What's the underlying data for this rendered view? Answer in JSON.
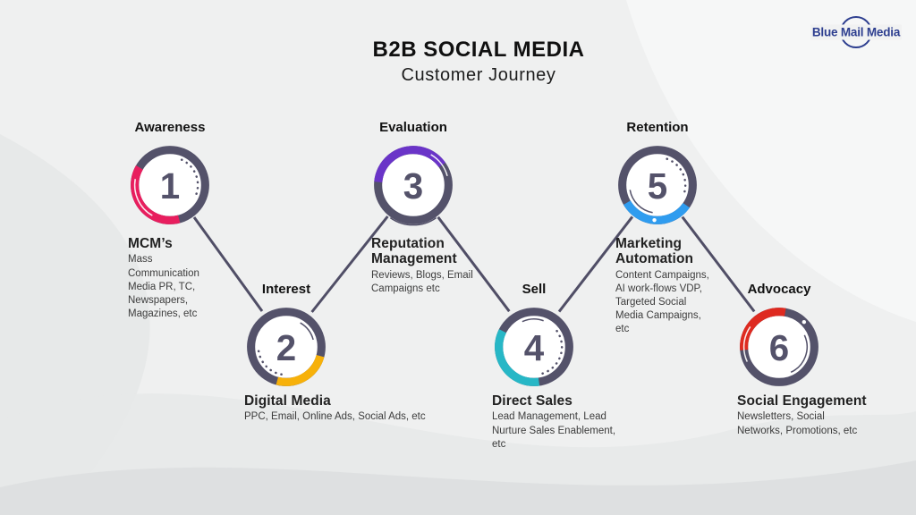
{
  "page": {
    "title_line1": "B2B SOCIAL MEDIA",
    "title_line2": "Customer Journey"
  },
  "logo": {
    "text": "Blue Mail Media"
  },
  "colors": {
    "ring": "#54526a",
    "number": "#54526a",
    "connector": "#504e66",
    "brand_navy": "#2d3e8f"
  },
  "stages": [
    {
      "number": "1",
      "label": "Awareness",
      "title": "MCM’s",
      "desc": "Mass\nCommunication\nMedia PR, TC,\nNewspapers,\nMagazines, etc",
      "color": "#e81e5e"
    },
    {
      "number": "2",
      "label": "Interest",
      "title": "Digital Media",
      "desc": "PPC, Email, Online Ads, Social Ads, etc",
      "color": "#f7b10a"
    },
    {
      "number": "3",
      "label": "Evaluation",
      "title": "Reputation\nManagement",
      "desc": "Reviews, Blogs, Email\nCampaigns etc",
      "color": "#6a34c8"
    },
    {
      "number": "4",
      "label": "Sell",
      "title": "Direct Sales",
      "desc": "Lead Management, Lead\nNurture Sales Enablement,\netc",
      "color": "#27b7c6"
    },
    {
      "number": "5",
      "label": "Retention",
      "title": "Marketing\nAutomation",
      "desc": "Content Campaigns,\nAI work-flows VDP,\nTargeted Social\nMedia Campaigns,\netc",
      "color": "#2f9cef"
    },
    {
      "number": "6",
      "label": "Advocacy",
      "title": "Social Engagement",
      "desc": "Newsletters, Social\nNetworks, Promotions, etc",
      "color": "#de2a20"
    }
  ]
}
